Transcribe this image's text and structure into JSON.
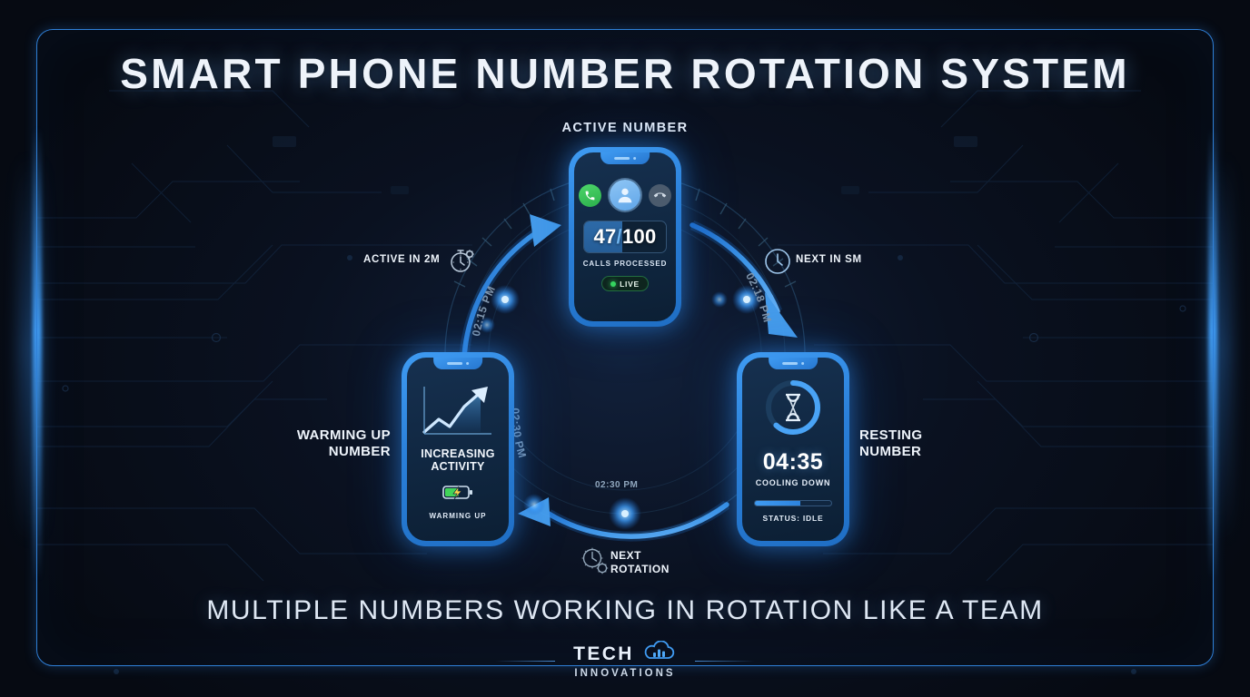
{
  "header": {
    "title": "SMART PHONE NUMBER ROTATION SYSTEM",
    "active_section_label": "ACTIVE NUMBER"
  },
  "footer": {
    "tagline": "MULTIPLE NUMBERS WORKING IN ROTATION LIKE A TEAM",
    "logo_primary": "TECH",
    "logo_secondary": "INNOVATIONS",
    "logo_icon": "cloud-bars-icon"
  },
  "phones": {
    "active": {
      "counter_value": "47",
      "counter_separator": "/",
      "counter_total": "100",
      "counter_percent": 47,
      "calls_label": "CALLS PROCESSED",
      "live_label": "LIVE",
      "icons": [
        "phone-answer-icon",
        "contact-avatar-icon",
        "phone-decline-icon"
      ]
    },
    "warming": {
      "title_line1": "INCREASING",
      "title_line2": "ACTIVITY",
      "status_label": "WARMING UP",
      "chart_icon": "rising-trend-chart-icon",
      "battery_icon": "battery-charging-icon"
    },
    "resting": {
      "timer": "04:35",
      "status_title": "COOLING DOWN",
      "status_label": "STATUS: IDLE",
      "progress_percent": 60,
      "hourglass_icon": "hourglass-icon",
      "ring_percent": 62
    }
  },
  "labels": {
    "active_in": "ACTIVE IN 2M",
    "active_in_icon": "stopwatch-gear-icon",
    "next_in": "NEXT IN SM",
    "next_in_icon": "clock-icon",
    "warming_title_line1": "WARMING UP",
    "warming_title_line2": "NUMBER",
    "resting_title_line1": "RESTING",
    "resting_title_line2": "NUMBER",
    "next_rotation_line1": "NEXT",
    "next_rotation_line2": "ROTATION",
    "next_rotation_icon": "clock-gears-icon"
  },
  "ring_times": {
    "upper_left": "02:15 PM",
    "upper_right": "02:18 PM",
    "lower_left": "02:30 PM",
    "bottom_center": "02:30 PM"
  },
  "colors": {
    "accent_blue": "#2f8cf0",
    "frame_blue": "#2f7fd6",
    "background": "#060912",
    "live_green": "#35d45f",
    "text_light": "#eef3fa"
  }
}
